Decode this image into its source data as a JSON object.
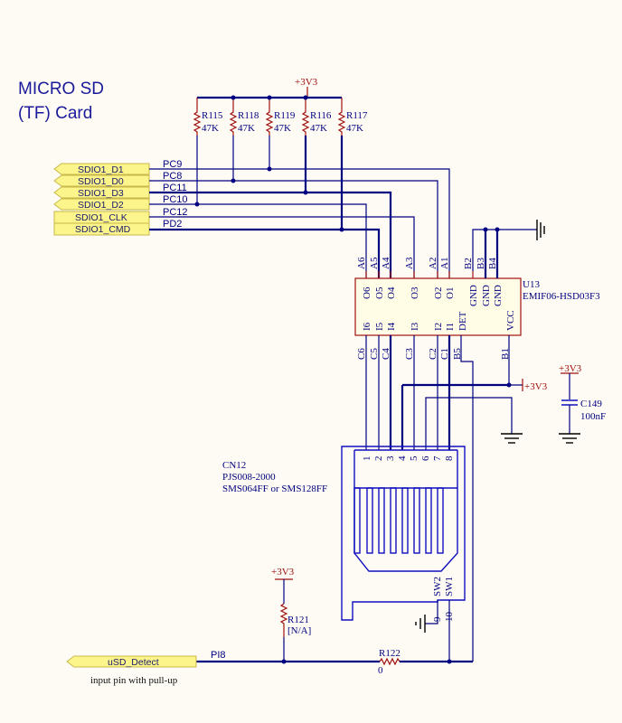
{
  "title": {
    "line1": "MICRO SD",
    "line2": "(TF) Card"
  },
  "power": {
    "v3a": "+3V3",
    "v3b": "+3V3",
    "v3c": "+3V3",
    "v3d": "+3V3"
  },
  "resistors": [
    {
      "ref": "R115",
      "value": "47K"
    },
    {
      "ref": "R118",
      "value": "47K"
    },
    {
      "ref": "R119",
      "value": "47K"
    },
    {
      "ref": "R116",
      "value": "47K"
    },
    {
      "ref": "R117",
      "value": "47K"
    }
  ],
  "ports": [
    "SDIO1_D1",
    "SDIO1_D0",
    "SDIO1_D3",
    "SDIO1_D2",
    "SDIO1_CLK",
    "SDIO1_CMD"
  ],
  "nets": [
    "PC9",
    "PC8",
    "PC11",
    "PC10",
    "PC12",
    "PD2"
  ],
  "u13": {
    "ref": "U13",
    "part": "EMIF06-HSD03F3",
    "top_pins": [
      "A6",
      "A5",
      "A4",
      "A3",
      "A2",
      "A1",
      "B2",
      "B3",
      "B4"
    ],
    "top_inner": [
      "O6",
      "O5",
      "O4",
      "O3",
      "O2",
      "O1",
      "GND",
      "GND",
      "GND"
    ],
    "bot_pins": [
      "C6",
      "C5",
      "C4",
      "C3",
      "C2",
      "C1",
      "B5",
      "B1"
    ],
    "bot_inner": [
      "I6",
      "I5",
      "I4",
      "I3",
      "I2",
      "I1",
      "DET",
      "VCC"
    ]
  },
  "c149": {
    "ref": "C149",
    "value": "100nF"
  },
  "cn12": {
    "ref": "CN12",
    "part": "PJS008-2000",
    "desc": "SMS064FF or SMS128FF",
    "pins": [
      "1",
      "2",
      "3",
      "4",
      "5",
      "6",
      "7",
      "8"
    ],
    "sw2": "SW2",
    "sw1": "SW1",
    "p9": "9",
    "p10": "10"
  },
  "r121": {
    "ref": "R121",
    "value": "[N/A]"
  },
  "r122": {
    "ref": "R122",
    "value": "0"
  },
  "detect": {
    "port": "uSD_Detect",
    "net": "PI8",
    "note": "input pin with pull-up"
  }
}
